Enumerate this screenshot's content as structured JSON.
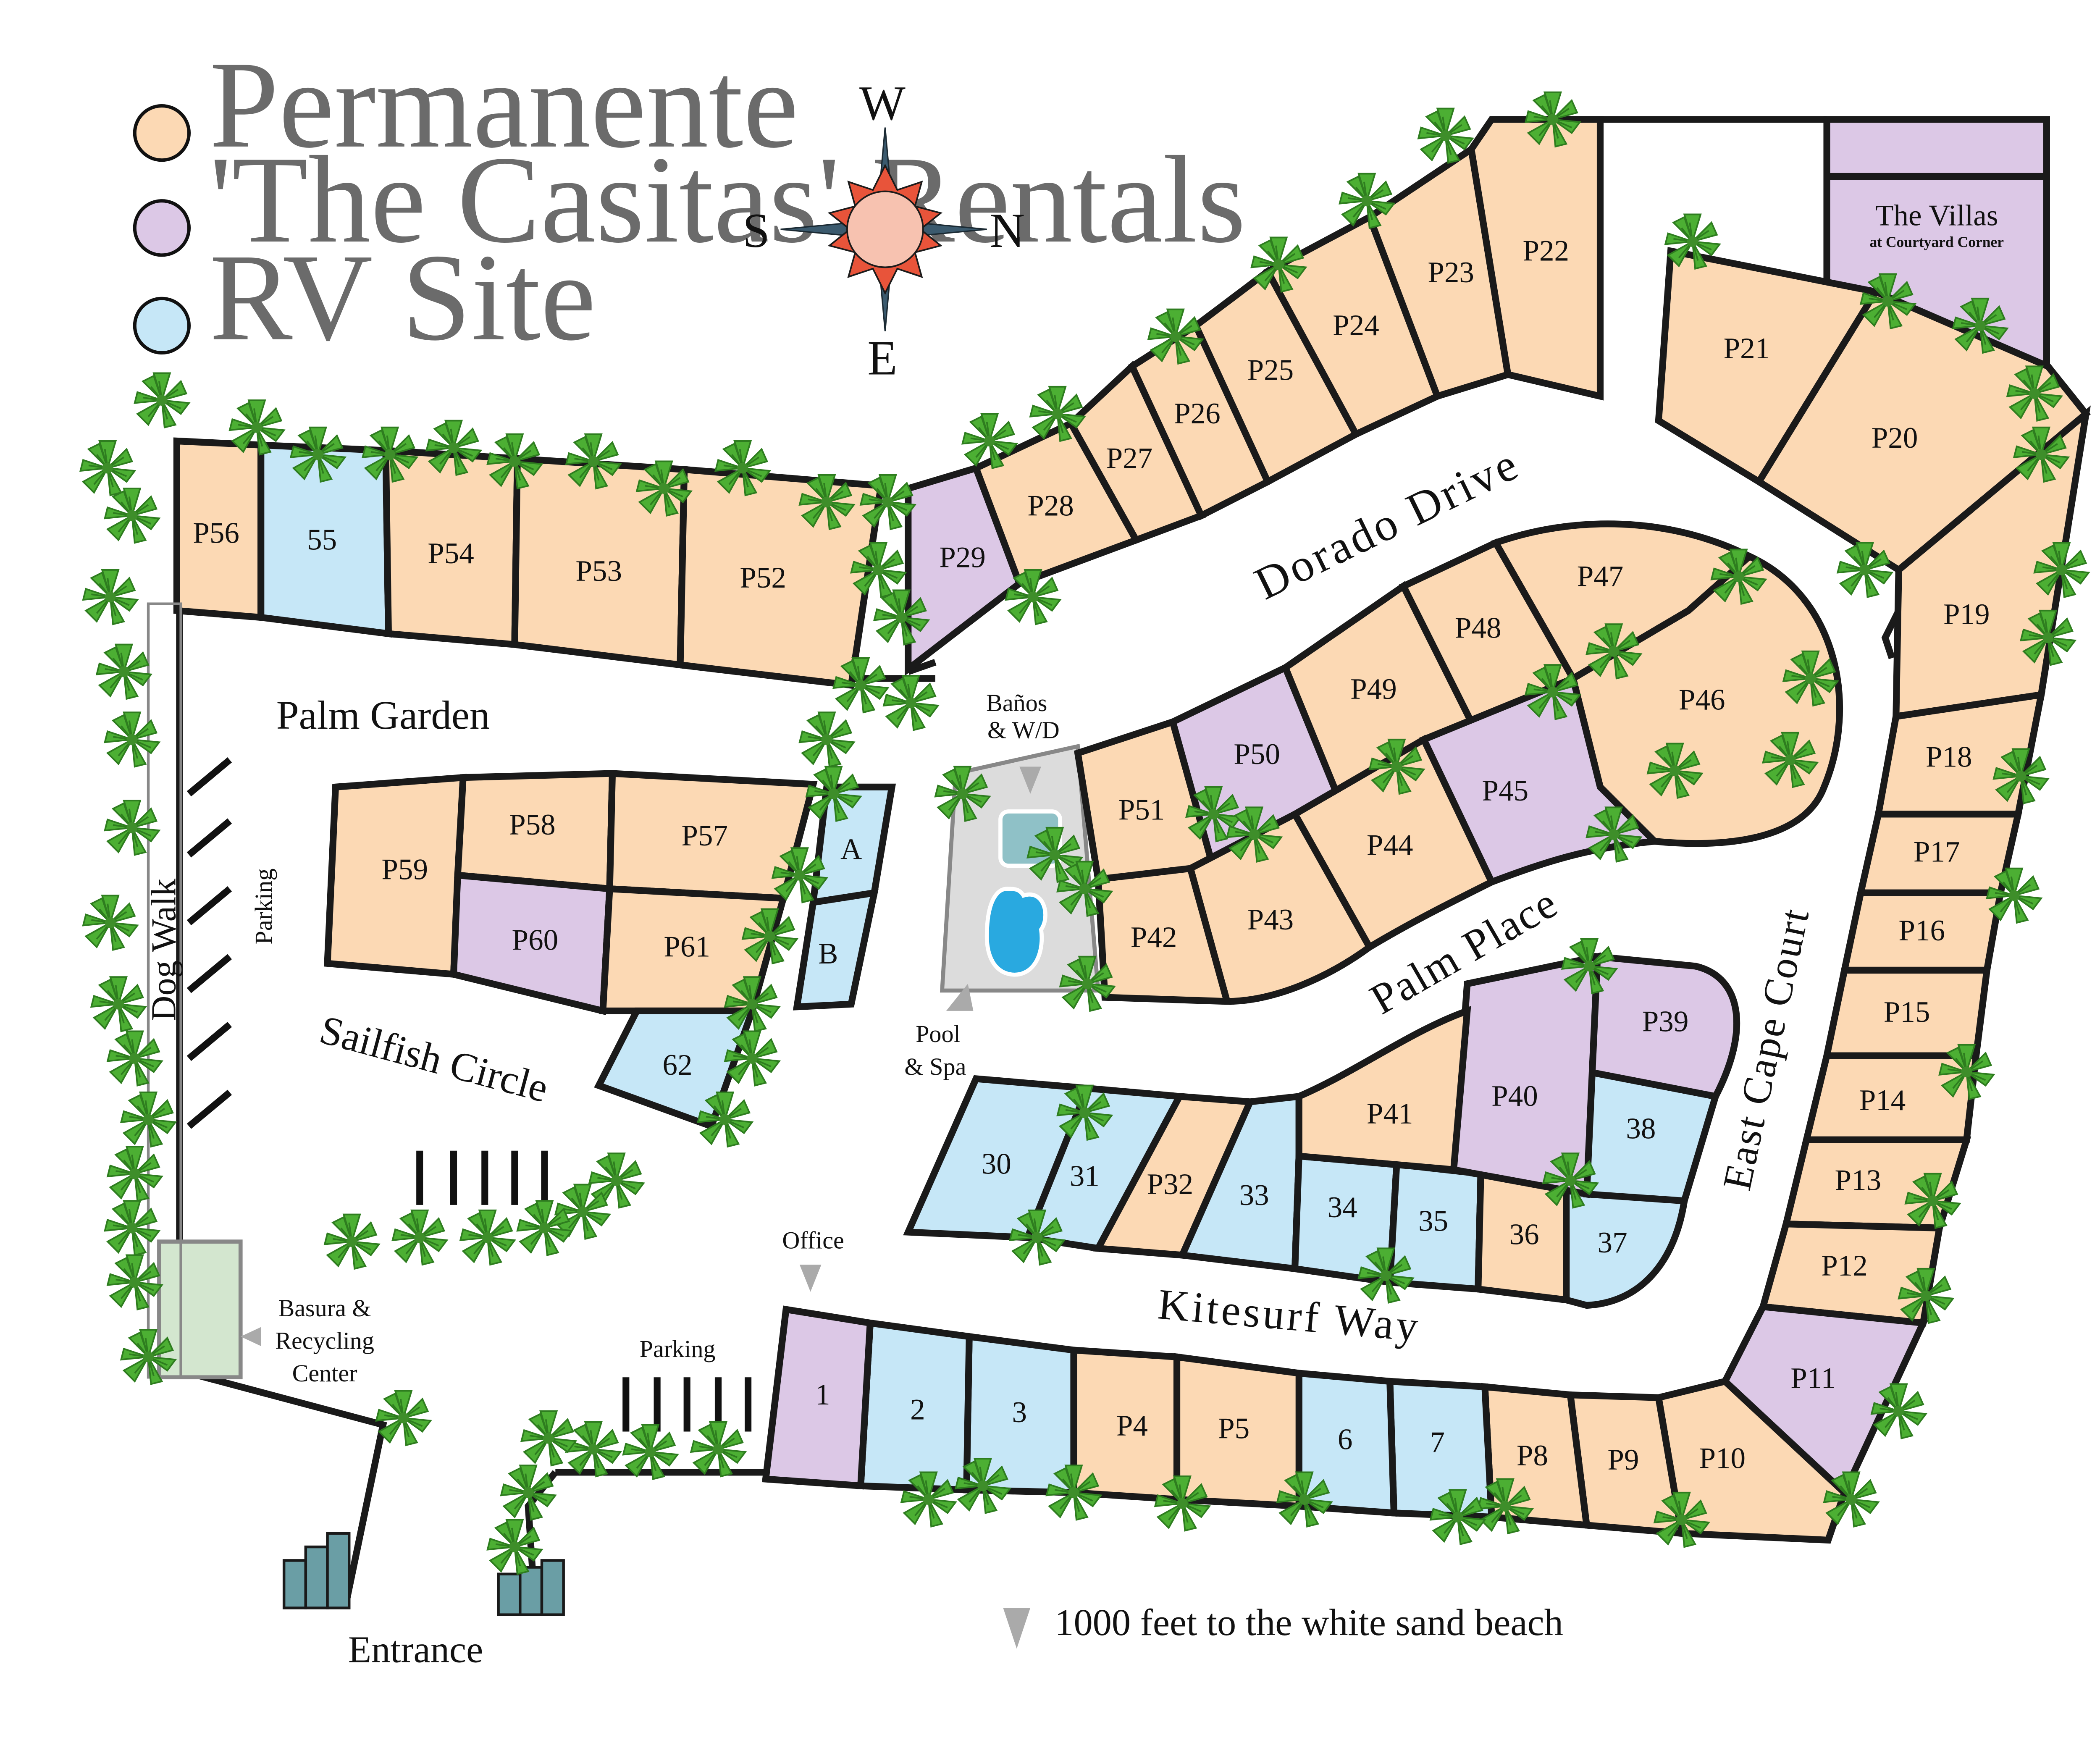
{
  "legend": {
    "items": [
      {
        "label": "Permanente",
        "color": "#fcd9b4"
      },
      {
        "label": "'The Casitas' Rentals",
        "color": "#dcc8e6"
      },
      {
        "label": "RV Site",
        "color": "#c6e7f7"
      }
    ]
  },
  "compass": {
    "w": "W",
    "s": "S",
    "n": "N",
    "e": "E"
  },
  "colors": {
    "permanente": "#fcd9b4",
    "casitas": "#dcc8e6",
    "rv": "#c6e7f7",
    "pool_area": "#dcdcdc",
    "pool_water": "#29a9e0",
    "spa_water": "#8fc1c7",
    "basura": "#d3e6cf",
    "gate": "#6a9ea5",
    "palm": "#4caf33",
    "compass_sun": "#f7c2b0",
    "compass_ray": "#e8543a",
    "compass_point": "#3b5a6e"
  },
  "villas": {
    "title": "The Villas",
    "subtitle": "at Courtyard Corner"
  },
  "streets": {
    "dorado": "Dorado Drive",
    "palm_place": "Palm Place",
    "east_cape": "East Cape Court",
    "kitesurf": "Kitesurf Way",
    "sailfish": "Sailfish Circle",
    "palm_garden": "Palm Garden"
  },
  "labels": {
    "dog_walk": "Dog Walk",
    "parking_side": "Parking",
    "parking_bottom": "Parking",
    "office": "Office",
    "banos_1": "Baños",
    "banos_2": "& W/D",
    "pool_1": "Pool",
    "pool_2": "& Spa",
    "basura_1": "Basura &",
    "basura_2": "Recycling",
    "basura_3": "Center",
    "entrance": "Entrance",
    "beach": "1000 feet to the white sand beach"
  },
  "lots": {
    "P56": "P56",
    "L55": "55",
    "P54": "P54",
    "P53": "P53",
    "P52": "P52",
    "P29": "P29",
    "P28": "P28",
    "P27": "P27",
    "P26": "P26",
    "P25": "P25",
    "P24": "P24",
    "P23": "P23",
    "P22": "P22",
    "P21": "P21",
    "P20": "P20",
    "P19": "P19",
    "P18": "P18",
    "P17": "P17",
    "P16": "P16",
    "P15": "P15",
    "P14": "P14",
    "P13": "P13",
    "P12": "P12",
    "P11": "P11",
    "P10": "P10",
    "P9": "P9",
    "P8": "P8",
    "L7": "7",
    "L6": "6",
    "P5": "P5",
    "P4": "P4",
    "L3": "3",
    "L2": "2",
    "L1": "1",
    "P59": "P59",
    "P58": "P58",
    "P57": "P57",
    "P60": "P60",
    "P61": "P61",
    "A": "A",
    "B": "B",
    "L62": "62",
    "P51": "P51",
    "P50": "P50",
    "P49": "P49",
    "P48": "P48",
    "P47": "P47",
    "P46": "P46",
    "P45": "P45",
    "P44": "P44",
    "P43": "P43",
    "P42": "P42",
    "L30": "30",
    "L31": "31",
    "P32": "P32",
    "L33": "33",
    "L34": "34",
    "L35": "35",
    "L36": "36",
    "L37": "37",
    "L38": "38",
    "P39": "P39",
    "P40": "P40",
    "P41": "P41"
  }
}
